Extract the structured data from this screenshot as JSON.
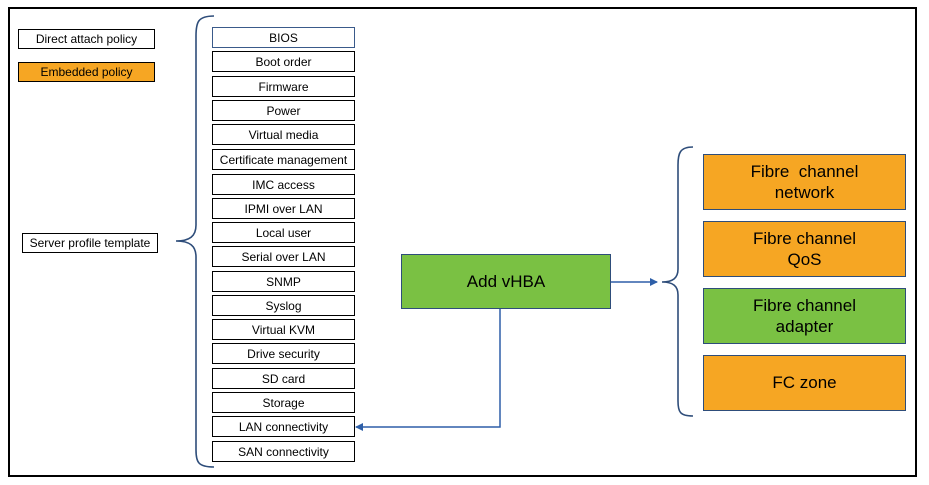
{
  "legend": {
    "direct_attach": "Direct attach policy",
    "embedded": "Embedded policy"
  },
  "template": {
    "label": "Server profile template"
  },
  "policies": [
    "BIOS",
    "Boot order",
    "Firmware",
    "Power",
    "Virtual media",
    "Certificate management",
    "IMC access",
    "IPMI over LAN",
    "Local user",
    "Serial over LAN",
    "SNMP",
    "Syslog",
    "Virtual KVM",
    "Drive security",
    "SD card",
    "Storage",
    "LAN connectivity",
    "SAN connectivity"
  ],
  "vhba": {
    "label": "Add vHBA"
  },
  "vhba_policies": [
    {
      "line1": "Fibre  channel",
      "line2": "network",
      "kind": "embedded"
    },
    {
      "line1": "Fibre channel",
      "line2": "QoS",
      "kind": "embedded"
    },
    {
      "line1": "Fibre channel",
      "line2": "adapter",
      "kind": "direct"
    },
    {
      "line1": "FC zone",
      "line2": "",
      "kind": "embedded"
    }
  ],
  "colors": {
    "embedded": "#f6a623",
    "direct_green": "#7ac143",
    "connector": "#2e5fa8"
  }
}
